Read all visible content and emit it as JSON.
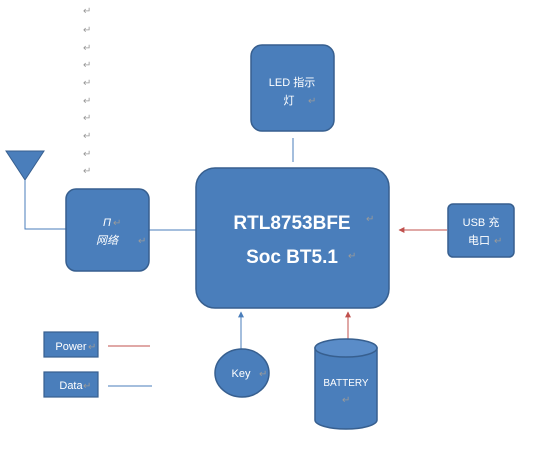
{
  "colors": {
    "box_fill": "#4a7ebb",
    "box_stroke": "#375f8f",
    "power_line": "#c0504d",
    "data_line": "#4a7ebb",
    "paragraph_mark": "#9a9a9a"
  },
  "blocks": {
    "led": {
      "line1": "LED 指示",
      "line2": "灯"
    },
    "soc": {
      "line1": "RTL8753BFE",
      "line2": "Soc BT5.1"
    },
    "rf": {
      "line1": "Π",
      "line2": "网络"
    },
    "usb": {
      "line1": "USB 充",
      "line2": "电口"
    },
    "key": {
      "label": "Key"
    },
    "battery": {
      "label": "BATTERY"
    }
  },
  "legend": {
    "power": "Power",
    "data": "Data"
  },
  "marks": {
    "symbol": "↵"
  }
}
